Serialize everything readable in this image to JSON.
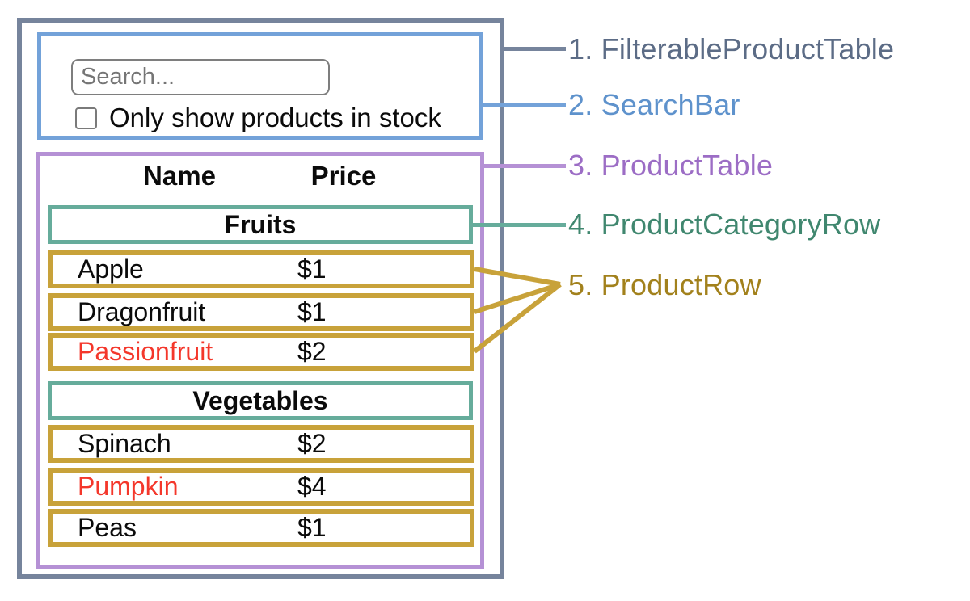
{
  "colors": {
    "outer_border": "#76849c",
    "searchbar_border": "#73a2d9",
    "table_border": "#b591d5",
    "category_border": "#66ac9b",
    "row_border": "#c8a23a",
    "out_of_stock_text": "#f4372b",
    "in_stock_text": "#0b0b0b",
    "legend_1": "#5c6c86",
    "legend_2": "#5e92cc",
    "legend_3": "#9c6dc5",
    "legend_4": "#40876f",
    "legend_5": "#a2811c"
  },
  "search_bar": {
    "input_placeholder": "Search...",
    "input_value": "",
    "checkbox_label": "Only show products in stock",
    "checkbox_checked": false
  },
  "table": {
    "headers": {
      "name": "Name",
      "price": "Price"
    },
    "sections": [
      {
        "category": "Fruits",
        "rows": [
          {
            "name": "Apple",
            "price": "$1",
            "name_color": "#0b0b0b"
          },
          {
            "name": "Dragonfruit",
            "price": "$1",
            "name_color": "#0b0b0b"
          },
          {
            "name": "Passionfruit",
            "price": "$2",
            "name_color": "#f4372b"
          }
        ]
      },
      {
        "category": "Vegetables",
        "rows": [
          {
            "name": "Spinach",
            "price": "$2",
            "name_color": "#0b0b0b"
          },
          {
            "name": "Pumpkin",
            "price": "$4",
            "name_color": "#f4372b"
          },
          {
            "name": "Peas",
            "price": "$1",
            "name_color": "#0b0b0b"
          }
        ]
      }
    ]
  },
  "legend": {
    "items": [
      {
        "text": "1. FilterableProductTable"
      },
      {
        "text": "2. SearchBar"
      },
      {
        "text": "3. ProductTable"
      },
      {
        "text": "4. ProductCategoryRow"
      },
      {
        "text": "5. ProductRow"
      }
    ]
  }
}
